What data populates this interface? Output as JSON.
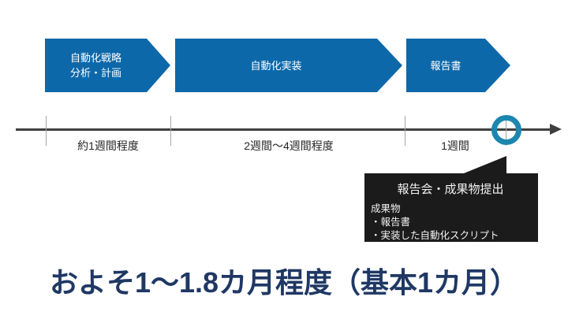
{
  "process_arrows": [
    {
      "label_lines": [
        "自動化戦略",
        "分析・計画"
      ]
    },
    {
      "label_lines": [
        "自動化実装"
      ]
    },
    {
      "label_lines": [
        "報告書"
      ]
    }
  ],
  "timeline": {
    "segments": [
      {
        "label": "約1週間程度"
      },
      {
        "label": "2週間～4週間程度"
      },
      {
        "label": "1週間"
      }
    ]
  },
  "callout": {
    "title": "報告会・成果物提出",
    "lines": [
      "成果物",
      "・報告書",
      "・実装した自動化スクリプト"
    ]
  },
  "footer_title": "およそ1～1.8カ月程度（基本1カ月）",
  "colors": {
    "arrow_blue": "#0D68A9",
    "milestone_teal": "#1C86AE",
    "timeline_gray": "#3F3F3F",
    "tick_gray": "#A6A6A6",
    "callout_bg": "#1B1B1B",
    "title_navy": "#1F3864"
  }
}
